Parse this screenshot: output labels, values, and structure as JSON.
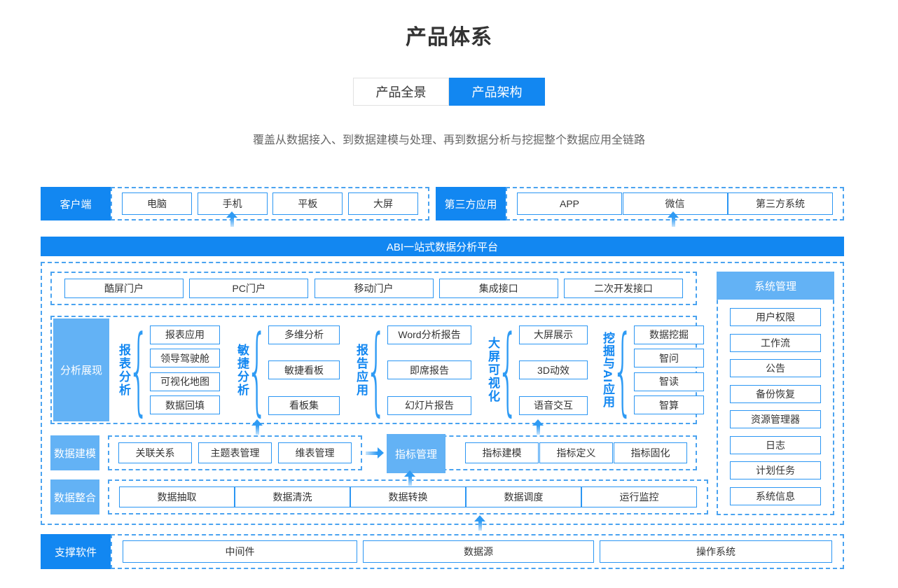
{
  "header": {
    "title": "产品体系",
    "subtitle": "覆盖从数据接入、到数据建模与处理、再到数据分析与挖掘整个数据应用全链路"
  },
  "tabs": [
    {
      "label": "产品全景",
      "active": false
    },
    {
      "label": "产品架构",
      "active": true
    }
  ],
  "client_row": {
    "label": "客户端",
    "items": [
      "电脑",
      "手机",
      "平板",
      "大屏"
    ]
  },
  "third_party_row": {
    "label": "第三方应用",
    "items": [
      "APP",
      "微信",
      "第三方系统"
    ]
  },
  "platform": {
    "banner": "ABI一站式数据分析平台"
  },
  "portal_row": {
    "items": [
      "酷屏门户",
      "PC门户",
      "移动门户",
      "集成接口",
      "二次开发接口"
    ]
  },
  "analysis": {
    "label": "分析展现",
    "groups": [
      {
        "name": "报表分析",
        "items": [
          "报表应用",
          "领导驾驶舱",
          "可视化地图",
          "数据回填"
        ]
      },
      {
        "name": "敏捷分析",
        "items": [
          "多维分析",
          "敏捷看板",
          "看板集"
        ]
      },
      {
        "name": "报告应用",
        "items": [
          "Word分析报告",
          "即席报告",
          "幻灯片报告"
        ]
      },
      {
        "name": "大屏可视化",
        "items": [
          "大屏展示",
          "3D动效",
          "语音交互"
        ]
      },
      {
        "name": "挖掘与AI应用",
        "items": [
          "数据挖掘",
          "智问",
          "智读",
          "智算"
        ]
      }
    ]
  },
  "modeling": {
    "label": "数据建模",
    "left_items": [
      "关联关系",
      "主题表管理",
      "维表管理"
    ],
    "highlight": "指标管理",
    "right_items": [
      "指标建模",
      "指标定义",
      "指标固化"
    ]
  },
  "integration": {
    "label": "数据整合",
    "items": [
      "数据抽取",
      "数据清洗",
      "数据转换",
      "数据调度",
      "运行监控"
    ]
  },
  "system": {
    "header": "系统管理",
    "items": [
      "用户权限",
      "工作流",
      "公告",
      "备份恢复",
      "资源管理器",
      "日志",
      "计划任务",
      "系统信息"
    ]
  },
  "support_row": {
    "label": "支撑软件",
    "items": [
      "中间件",
      "数据源",
      "操作系统"
    ]
  },
  "icons": {
    "brace": "{"
  },
  "colors": {
    "primary": "#1287f1",
    "light_blue": "#63b2f5",
    "box_border": "#2b96f3",
    "dashed_border": "#4aa3f0",
    "text": "#333333",
    "subtext": "#666666"
  }
}
